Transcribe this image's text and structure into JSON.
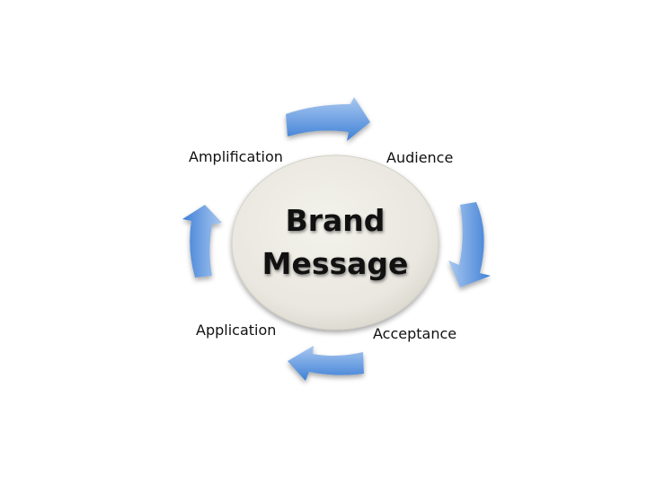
{
  "diagram": {
    "center": {
      "line1": "Brand",
      "line2": "Message"
    },
    "stages": {
      "amplification": "Amplification",
      "audience": "Audience",
      "acceptance": "Acceptance",
      "application": "Application"
    },
    "colors": {
      "circle_fill": "#ecebe4",
      "arrow_light": "#a6c5ee",
      "arrow_dark": "#3e7fd4"
    }
  }
}
